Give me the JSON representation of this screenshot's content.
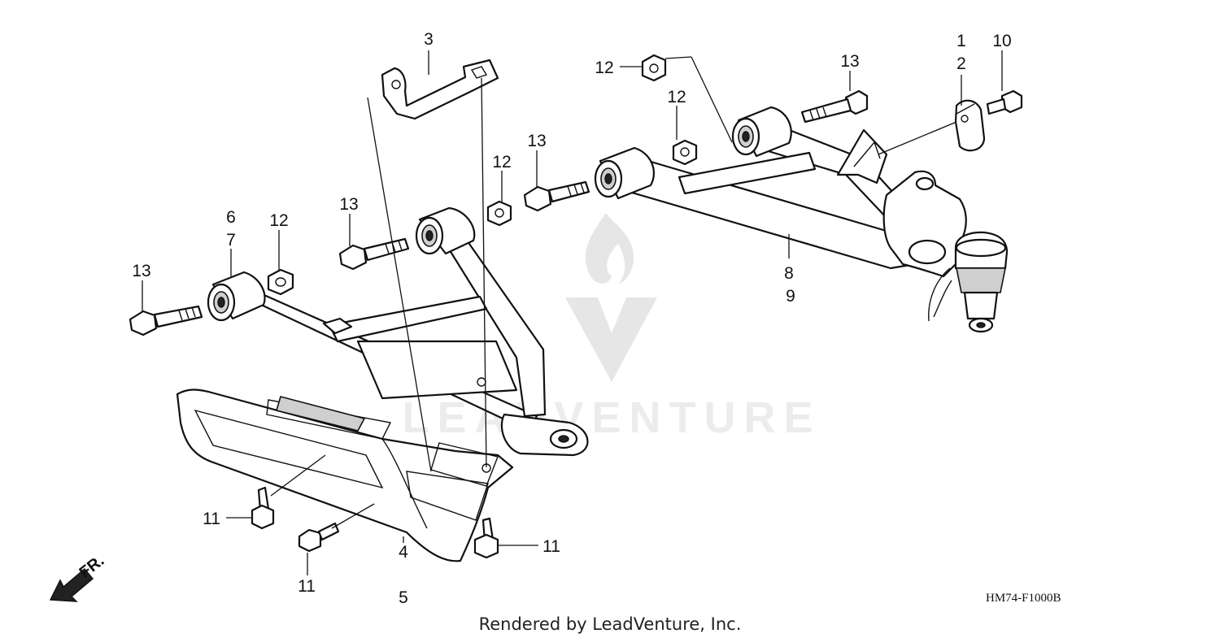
{
  "watermark": {
    "brand": "LEADVENTURE"
  },
  "callouts": {
    "c1": "1",
    "c2": "2",
    "c3": "3",
    "c4": "4",
    "c5": "5",
    "c6": "6",
    "c7": "7",
    "c8": "8",
    "c9": "9",
    "c10": "10",
    "c11a": "11",
    "c11b": "11",
    "c11c": "11",
    "c12a": "12",
    "c12b": "12",
    "c12c": "12",
    "c12d": "12",
    "c13a": "13",
    "c13b": "13",
    "c13c": "13",
    "c13d": "13"
  },
  "direction_label": "FR.",
  "diagram_code": "HM74-F1000B",
  "credit": "Rendered by LeadVenture, Inc.",
  "icons": {
    "direction": "arrow-down-left-icon",
    "watermark": "flame-v-logo-icon"
  }
}
